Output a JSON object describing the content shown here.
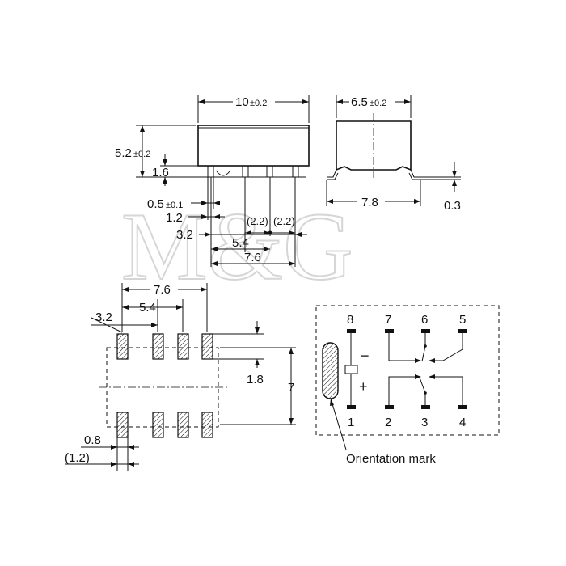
{
  "watermark": {
    "text": "M&G"
  },
  "top_view": {
    "width_label": "10",
    "width_tol": "±0.2",
    "height_label": "5.2",
    "height_tol": "±0.2",
    "lead_height_label": "1.6",
    "lead_width_label": "0.5",
    "lead_width_tol": "±0.1",
    "lead_gap_label": "1.2",
    "pitch_a_label": "(2.2)",
    "pitch_b_label": "(2.2)",
    "offset_label": "3.2",
    "span_a_label": "5.4",
    "span_b_label": "7.6"
  },
  "side_view": {
    "width_label": "6.5",
    "width_tol": "±0.2",
    "foot_span_label": "7.8",
    "foot_thickness_label": "0.3"
  },
  "pad_layout": {
    "span_label": "7.6",
    "mid_label": "5.4",
    "offset_label": "3.2",
    "pad_length_label": "1.8",
    "row_span_label": "7",
    "pad_width_label": "0.8",
    "pad_pitch_label": "(1.2)"
  },
  "schematic": {
    "top_pins": [
      "8",
      "7",
      "6",
      "5"
    ],
    "bottom_pins": [
      "1",
      "2",
      "3",
      "4"
    ],
    "minus_sign": "−",
    "plus_sign": "+",
    "orientation_label": "Orientation mark"
  }
}
